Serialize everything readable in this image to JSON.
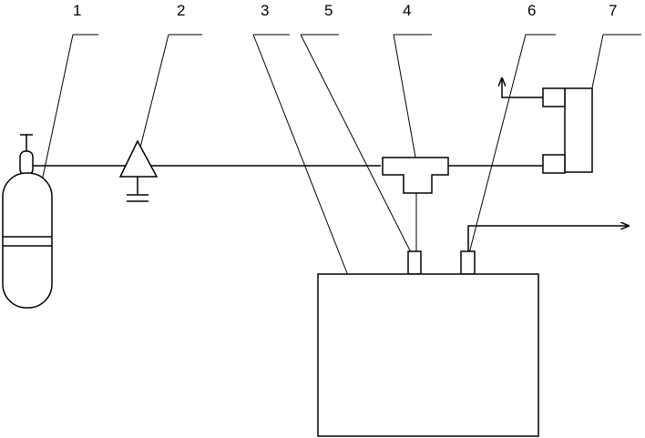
{
  "diagram": {
    "labels": [
      "1",
      "2",
      "3",
      "5",
      "4",
      "6",
      "7"
    ]
  }
}
